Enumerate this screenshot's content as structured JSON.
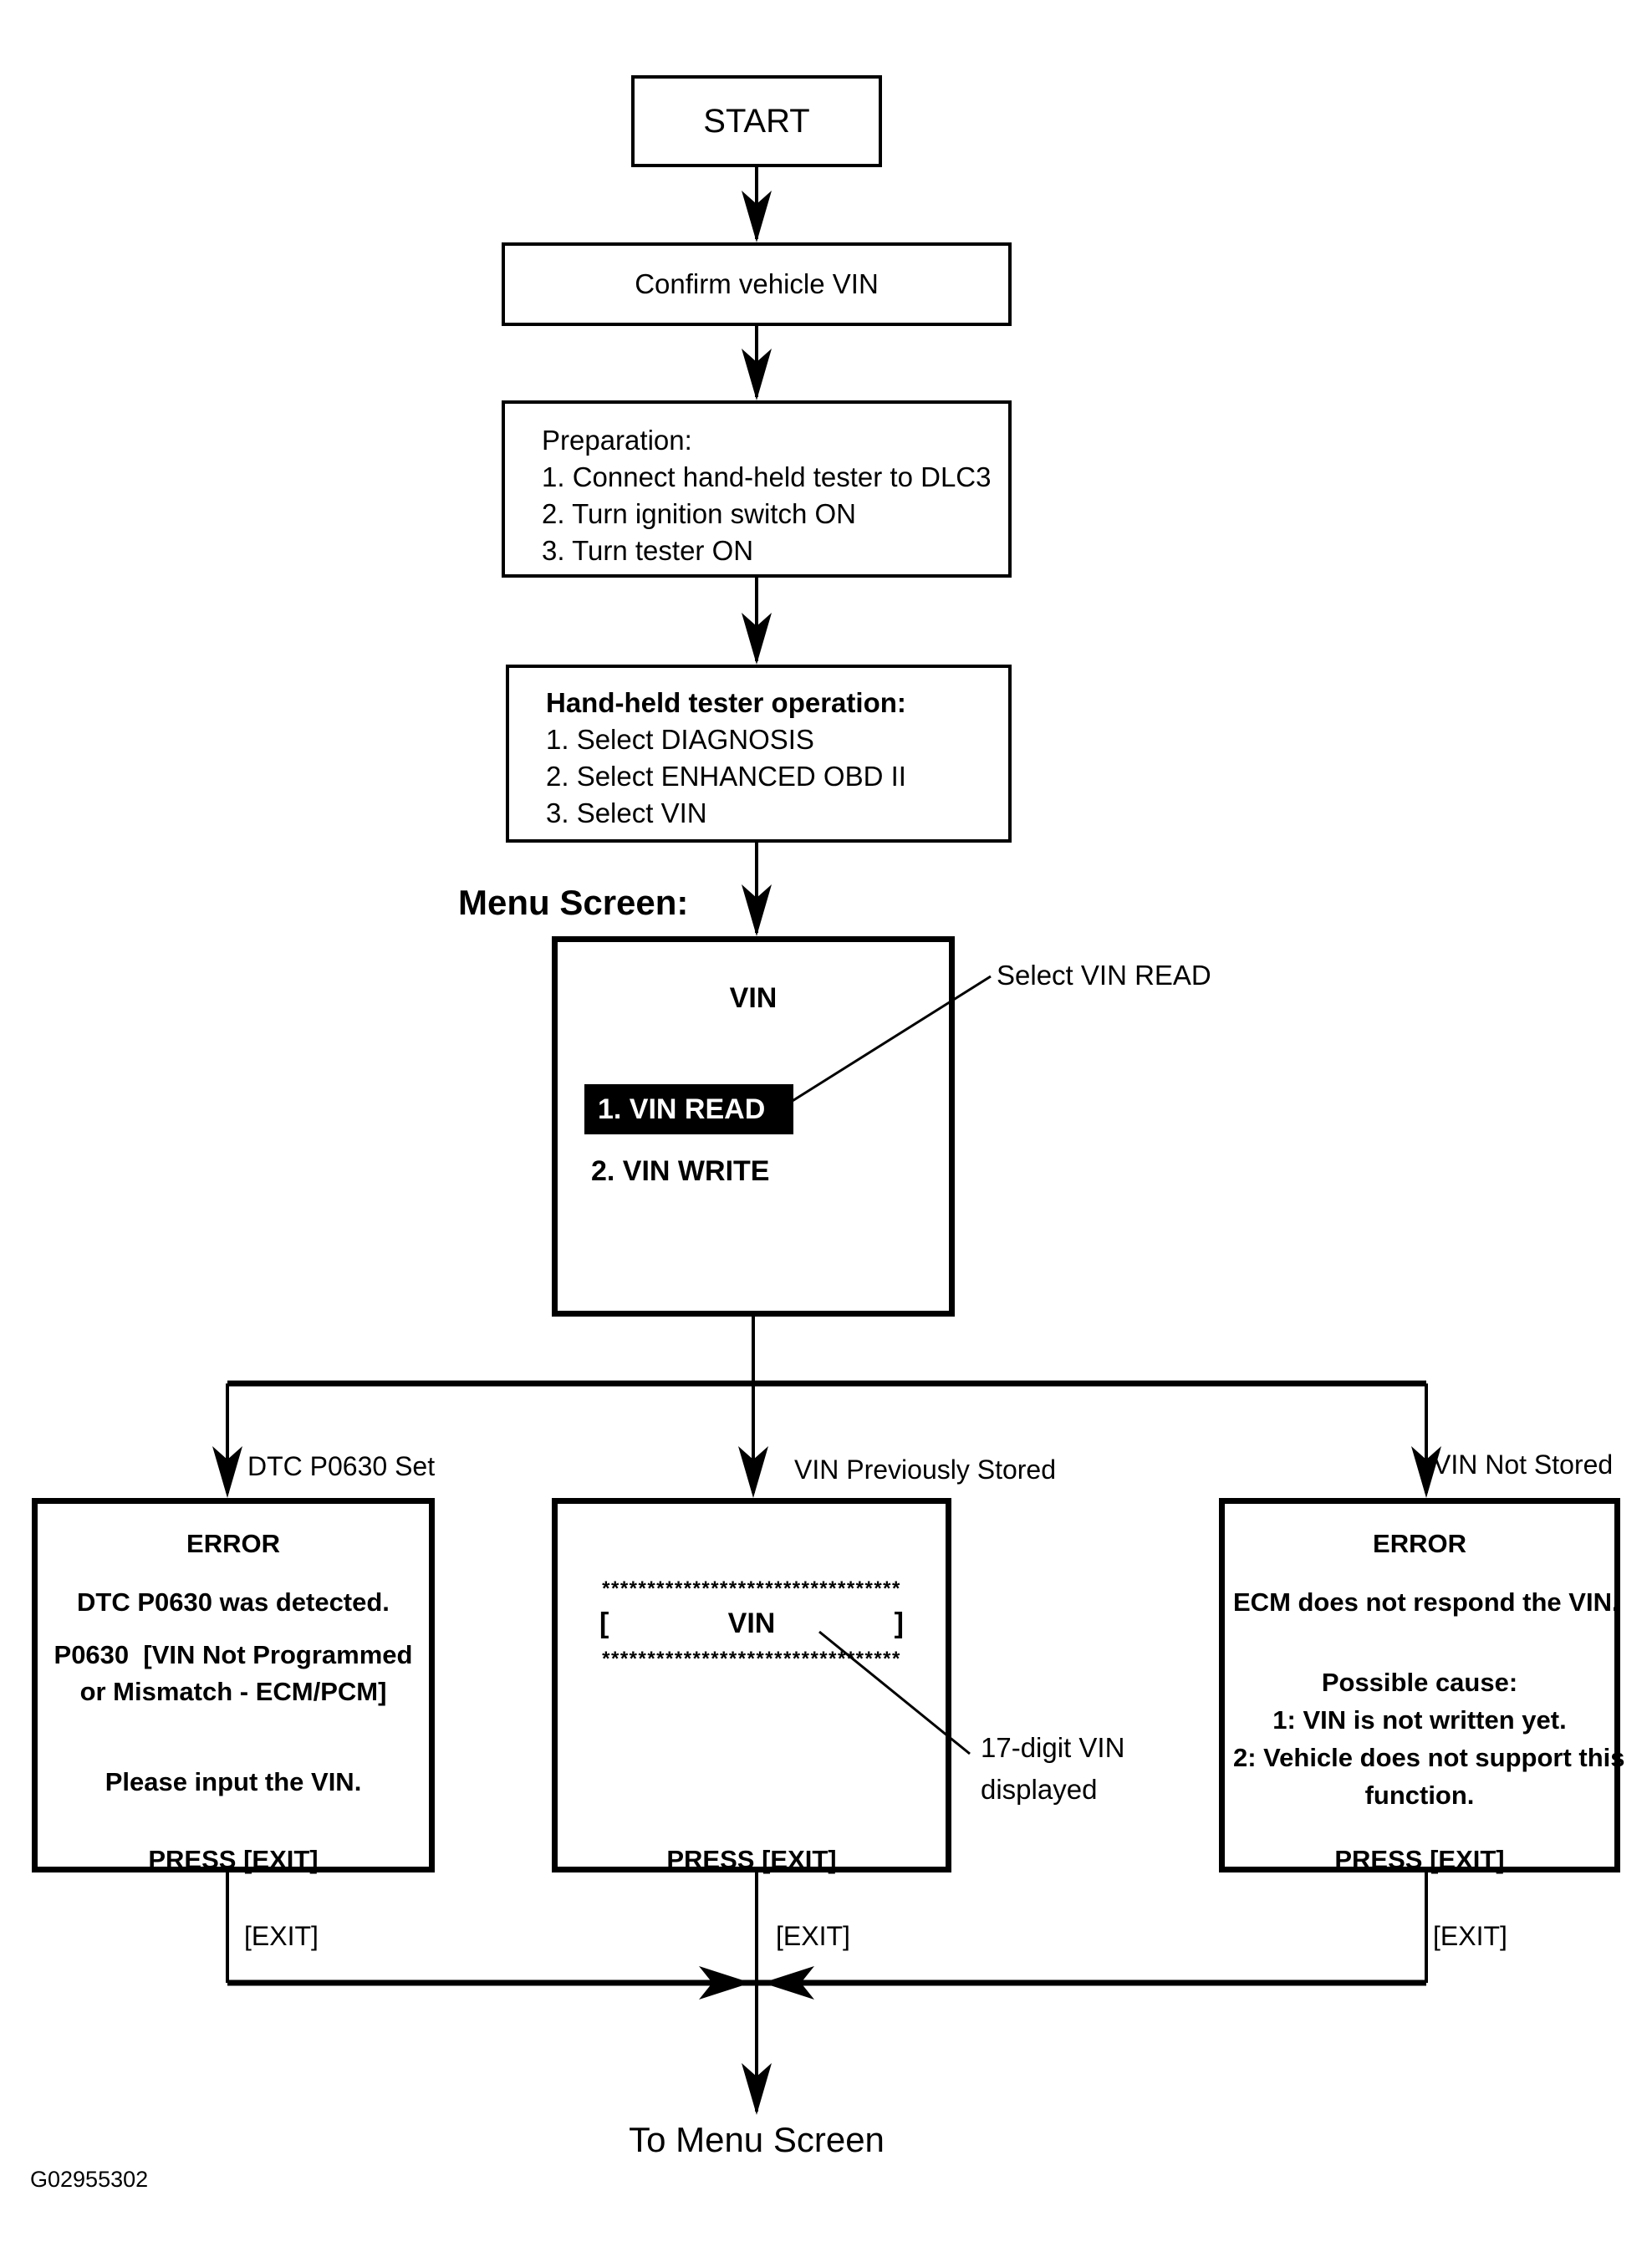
{
  "page": {
    "figure_id": "G02955302",
    "ink_color": "#000000",
    "paper_color": "#ffffff"
  },
  "flow": {
    "start": "START",
    "confirm": "Confirm vehicle VIN",
    "preparation": {
      "title": "Preparation:",
      "items": [
        "1. Connect hand-held tester to DLC3",
        "2. Turn ignition switch ON",
        "3. Turn tester ON"
      ]
    },
    "tester_op": {
      "title": "Hand-held tester operation:",
      "items": [
        "1. Select DIAGNOSIS",
        "2. Select ENHANCED OBD II",
        "3. Select VIN"
      ]
    },
    "menu_screen_label": "Menu Screen:",
    "menu": {
      "title": "VIN",
      "item_selected": "1. VIN READ",
      "item_2": "2. VIN WRITE",
      "callout": "Select VIN READ"
    },
    "branch_labels": {
      "left": "DTC P0630 Set",
      "middle": "VIN Previously Stored",
      "right": "VIN Not Stored"
    },
    "error_dtc": {
      "title": "ERROR",
      "line1": "DTC P0630 was detected.",
      "line2a": "P0630  [VIN Not Programmed",
      "line2b": "or Mismatch - ECM/PCM]",
      "line3": "Please input the VIN.",
      "press": "PRESS [EXIT]"
    },
    "vin_stored": {
      "stars": "*********************************",
      "bracket_open": "[",
      "vin": "VIN",
      "bracket_close": "]",
      "press": "PRESS [EXIT]",
      "callout_line1": "17-digit VIN",
      "callout_line2": "displayed"
    },
    "error_ecm": {
      "title": "ERROR",
      "line1": "ECM does not respond the VIN.",
      "cause_title": "Possible cause:",
      "cause1": "1: VIN is not written yet.",
      "cause2a": "2: Vehicle does not support this",
      "cause2b": "function.",
      "press": "PRESS [EXIT]"
    },
    "exit_left": "[EXIT]",
    "exit_middle": "[EXIT]",
    "exit_right": "[EXIT]",
    "to_menu": "To Menu Screen"
  }
}
